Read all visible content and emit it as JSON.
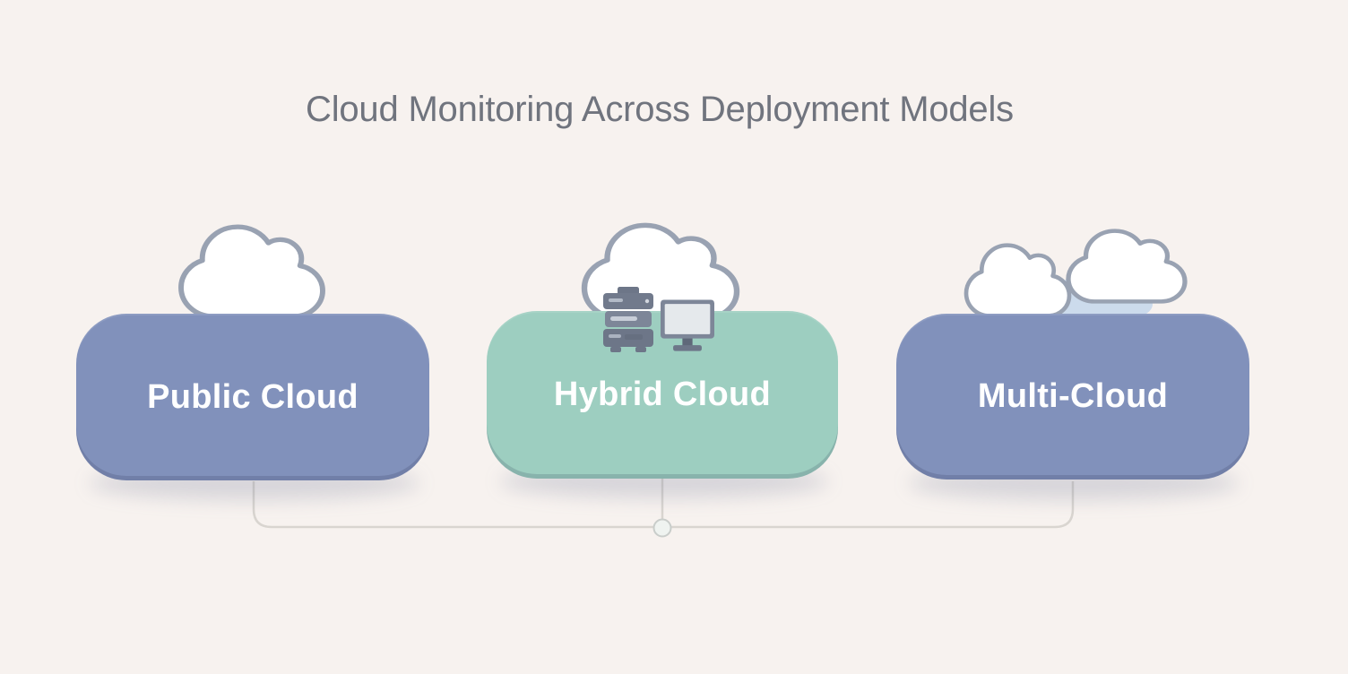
{
  "title": "Cloud Monitoring Across Deployment Models",
  "nodes": [
    {
      "label": "Public Cloud",
      "icon": "single-cloud-icon",
      "fill": "#8191bb"
    },
    {
      "label": "Hybrid Cloud",
      "icon": "cloud-server-monitor-icon",
      "fill": "#9dcec0"
    },
    {
      "label": "Multi-Cloud",
      "icon": "double-cloud-icon",
      "fill": "#8191bb"
    }
  ],
  "colors": {
    "background": "#f7f2ef",
    "title_text": "#70747e",
    "card_label_text": "#ffffff",
    "card_blue": "#8191bb",
    "card_teal": "#9dcec0",
    "cloud_fill": "#ffffff",
    "cloud_outline": "#99a2b2",
    "accent_cloud_fill": "#ccdbec",
    "connector_line": "#d9d5d0",
    "hardware_gray": "#747d8f"
  }
}
